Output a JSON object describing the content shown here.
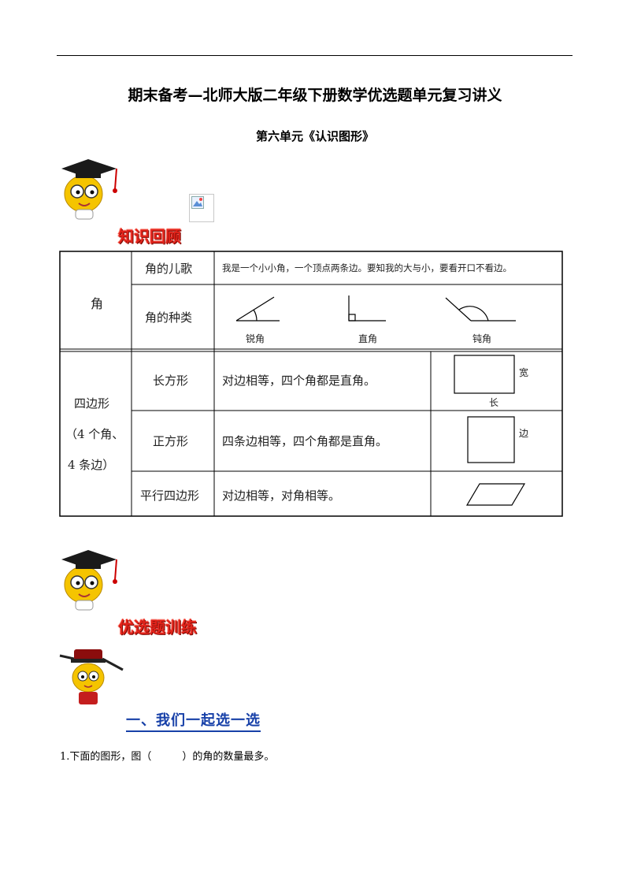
{
  "document": {
    "title": "期末备考—北师大版二年级下册数学优选题单元复习讲义",
    "subtitle": "第六单元《认识图形》"
  },
  "sections": {
    "review_heading": "知识回顾",
    "practice_heading": "优选题训练",
    "choice_heading": "一、我们一起选一选"
  },
  "table": {
    "angle": {
      "category": "角",
      "song_label": "角的儿歌",
      "song_text": "我是一个小小角，一个顶点两条边。要知我的大与小，要看开口不看边。",
      "types_label": "角的种类",
      "types": [
        "锐角",
        "直角",
        "钝角"
      ]
    },
    "quad": {
      "category_line1": "四边形",
      "category_line2": "（4 个角、",
      "category_line3": "4 条边）",
      "rows": [
        {
          "name": "长方形",
          "desc": "对边相等，四个角都是直角。",
          "labels": [
            "宽",
            "长"
          ]
        },
        {
          "name": "正方形",
          "desc": "四条边相等，四个角都是直角。",
          "labels": [
            "边"
          ]
        },
        {
          "name": "平行四边形",
          "desc": "对边相等，对角相等。",
          "labels": []
        }
      ]
    }
  },
  "questions": [
    {
      "text": "1.下面的图形，图（　　　）的角的数量最多。"
    }
  ],
  "colors": {
    "section_red": "#e2231a",
    "subsection_blue": "#1740a8",
    "mascot_yellow": "#f5c400"
  },
  "icons": [
    "graduate-mascot-icon",
    "broken-image-icon",
    "scholar-mascot-icon"
  ]
}
